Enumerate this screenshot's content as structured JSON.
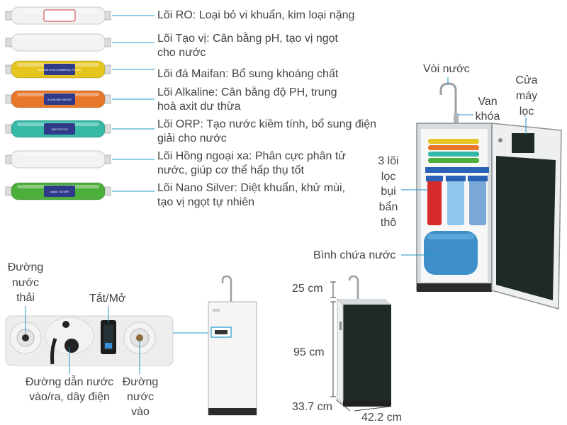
{
  "filters": [
    {
      "name": "RO",
      "line1": "Lõi RO: Loại bỏ vi khuẩn, kim loại nặng",
      "line2": "",
      "color": "#f2f2f2",
      "tag": ""
    },
    {
      "name": "Tao vi",
      "line1": "Lõi Tạo vị: Cân bằng pH, tạo vị ngọt",
      "line2": "cho nước",
      "color": "#f2f2f2",
      "tag": ""
    },
    {
      "name": "Maifan",
      "line1": "Lõi đá Maifan: Bổ sung khoáng chất",
      "line2": "",
      "color": "#e6c51e",
      "tag": "MAIFAN ROCK MINERAL FILTER"
    },
    {
      "name": "Alkaline",
      "line1": "Lõi Alkaline: Cân bằng độ PH, trung",
      "line2": "hoà axit dư thừa",
      "color": "#e9772a",
      "tag": "ALKALINE WATER"
    },
    {
      "name": "ORP",
      "line1": "Lõi ORP: Tạo nước kiềm tính, bổ sung điện",
      "line2": "giải cho nước",
      "color": "#35b8a6",
      "tag": "ORP FILTER"
    },
    {
      "name": "Hong ngoai",
      "line1": "Lõi Hồng ngoại xa: Phân cực phân tử",
      "line2": "nước, giúp cơ thể hấp thụ tốt",
      "color": "#f2f2f2",
      "tag": ""
    },
    {
      "name": "Nano Silver",
      "line1": "Lõi Nano Silver: Diệt khuẩn, khử mùi,",
      "line2": "tạo vị ngọt tự nhiên",
      "color": "#4caf3c",
      "tag": "NANO SILVER"
    }
  ],
  "machine": {
    "faucet": "Vòi nước",
    "valve_l1": "Van",
    "valve_l2": "khóa",
    "door_l1": "Cửa",
    "door_l2": "máy",
    "door_l3": "lọc",
    "pre_l1": "3 lõi",
    "pre_l2": "lọc",
    "pre_l3": "bụi",
    "pre_l4": "bẩn",
    "pre_l5": "thô",
    "tank": "Bình chứa nước"
  },
  "ports": {
    "waste_l1": "Đường",
    "waste_l2": "nước",
    "waste_l3": "thải",
    "switch": "Tắt/Mở",
    "inlet_l1": "Đường dẫn nước",
    "inlet_l2": "vào/ra, dây điện",
    "in_l1": "Đường",
    "in_l2": "nước",
    "in_l3": "vào"
  },
  "dims": {
    "top": "25 cm",
    "height": "95 cm",
    "depth": "33.7 cm",
    "width": "42.2 cm"
  },
  "colors": {
    "text": "#444444",
    "leader": "#2196c9",
    "cabinet": "#1e2a26",
    "tank": "#3e8fc9"
  }
}
